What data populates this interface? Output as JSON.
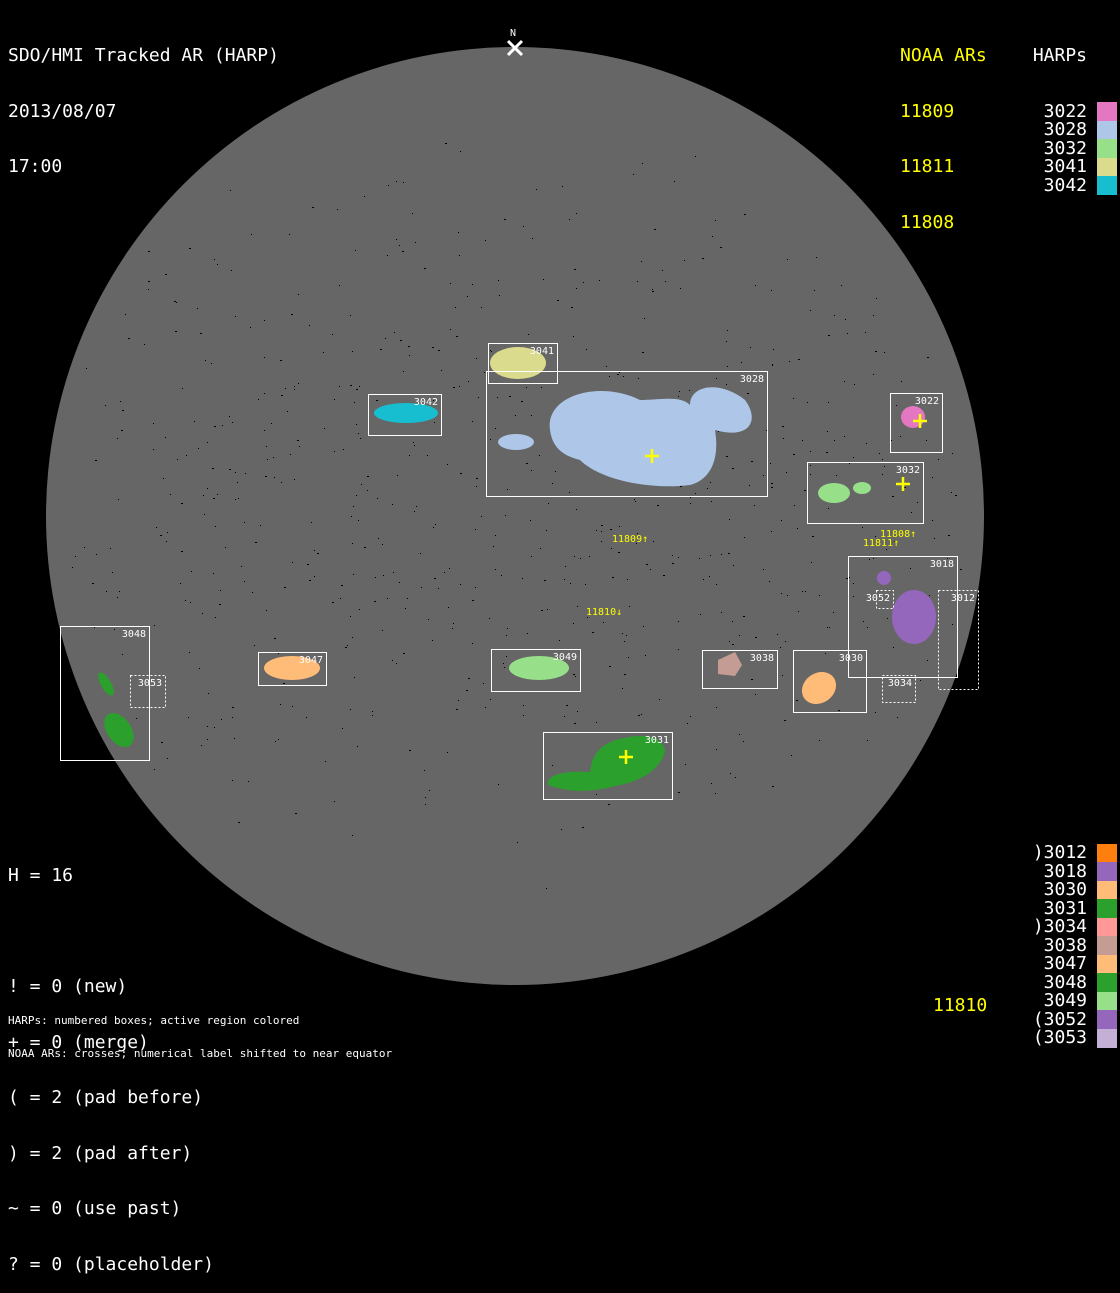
{
  "header": {
    "title": "SDO/HMI Tracked AR (HARP)",
    "date": "2013/08/07",
    "time": "17:00",
    "north_label": "N"
  },
  "noaa_header": "NOAA ARs",
  "harps_header": "HARPs",
  "noaa_list": [
    "11809",
    "11811",
    "11808"
  ],
  "noaa_bottom": "11810",
  "harps_top": [
    {
      "label": "3022",
      "color": "#e377c2"
    },
    {
      "label": "3028",
      "color": "#aec7e8"
    },
    {
      "label": "3032",
      "color": "#98df8a"
    },
    {
      "label": "3041",
      "color": "#dbdb8d"
    },
    {
      "label": "3042",
      "color": "#17becf"
    }
  ],
  "harps_bottom": [
    {
      "label": ")3012",
      "color": "#ff7f0e"
    },
    {
      "label": "3018",
      "color": "#9467bd"
    },
    {
      "label": "3030",
      "color": "#ffbb78"
    },
    {
      "label": "3031",
      "color": "#2ca02c"
    },
    {
      "label": ")3034",
      "color": "#ff9896"
    },
    {
      "label": "3038",
      "color": "#c49c94"
    },
    {
      "label": "3047",
      "color": "#ffbb78"
    },
    {
      "label": "3048",
      "color": "#2ca02c"
    },
    {
      "label": "3049",
      "color": "#98df8a"
    },
    {
      "label": "(3052",
      "color": "#9467bd"
    },
    {
      "label": "(3053",
      "color": "#c5b0d5"
    }
  ],
  "stats": {
    "h": "H = 16",
    "lines": [
      "! = 0 (new)",
      "+ = 0 (merge)",
      "( = 2 (pad before)",
      ") = 2 (pad after)",
      "~ = 0 (use past)",
      "? = 0 (placeholder)"
    ]
  },
  "footnotes": [
    "HARPs: numbered boxes; active region colored",
    "NOAA ARs: crosses; numerical label shifted to near equator"
  ],
  "disk_harps": [
    "3041",
    "3028",
    "3042",
    "3022",
    "3032",
    "3018",
    "3052",
    "3012",
    "3034",
    "3048",
    "3053",
    "3047",
    "3049",
    "3038",
    "3030",
    "3031"
  ],
  "noaa_labels": [
    "11809↑",
    "11808↑",
    "11811↑",
    "11810↓"
  ]
}
